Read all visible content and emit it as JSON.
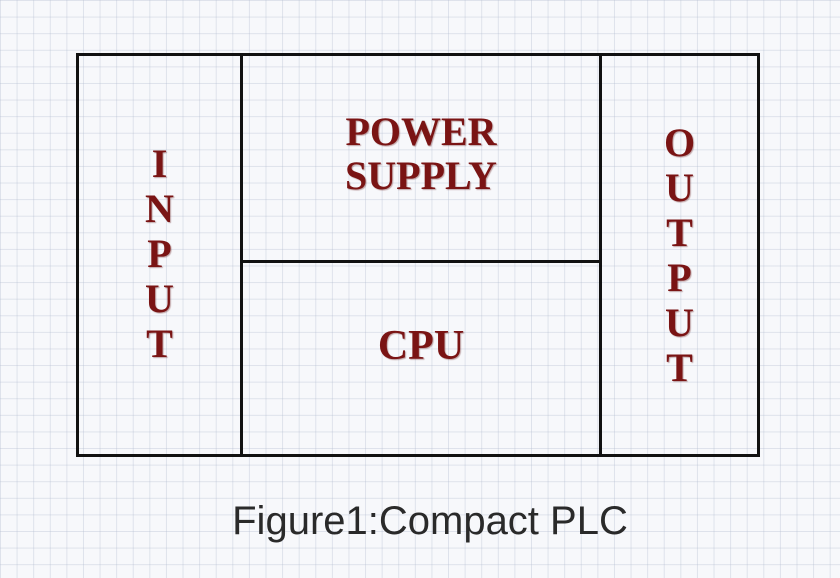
{
  "blocks": {
    "input": "INPUT",
    "power_supply": "POWER\nSUPPLY",
    "cpu": "CPU",
    "output": "OUTPUT"
  },
  "caption": "Figure1:Compact PLC",
  "colors": {
    "label": "#7a1414",
    "lines": "#111111",
    "caption": "#2a2a2a",
    "background": "#f7f8fb"
  }
}
